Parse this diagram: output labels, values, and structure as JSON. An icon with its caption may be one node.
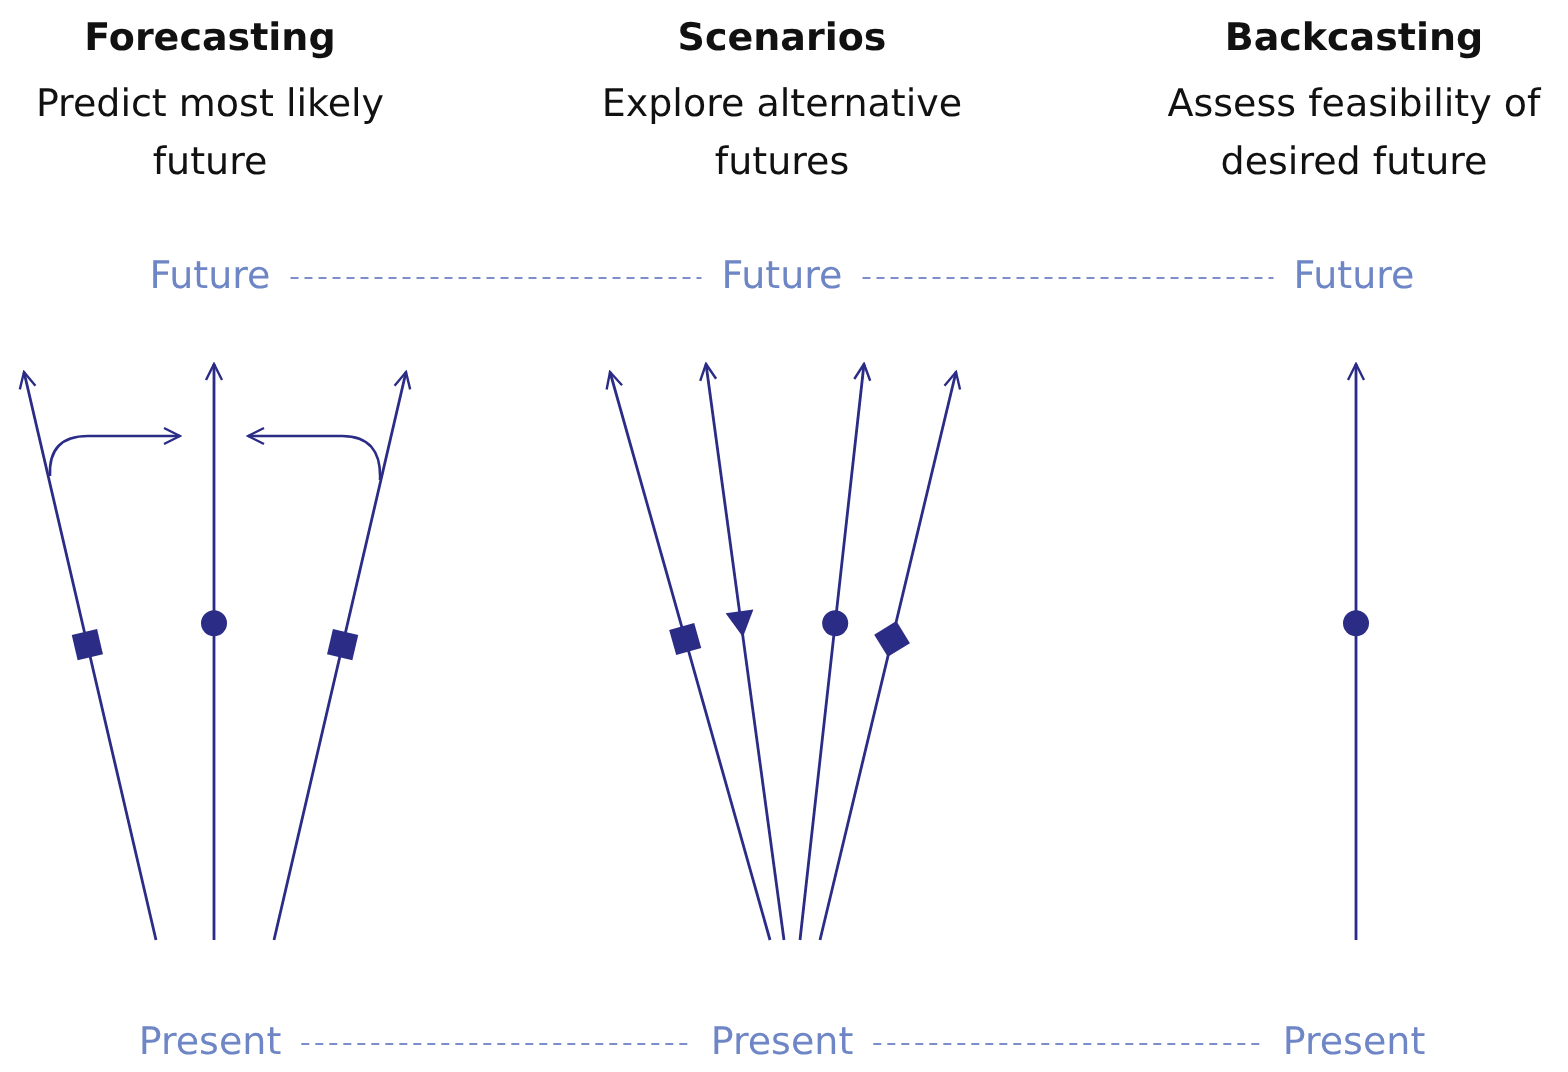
{
  "diagram": {
    "nodes": [
      {
        "text": [
          "Future"
        ]
      },
      {
        "text": [
          "Future"
        ]
      },
      {
        "text": [
          "Future"
        ]
      },
      {
        "text": [
          "Present"
        ]
      },
      {
        "text": [
          "Present"
        ]
      },
      {
        "text": [
          "Present"
        ]
      }
    ],
    "edges": [
      {
        "from": 0,
        "to": 1,
        "arrow": "none",
        "style": "dashed"
      },
      {
        "from": 1,
        "to": 2,
        "arrow": "none",
        "style": "dashed"
      },
      {
        "from": 3,
        "to": 4,
        "arrow": "none",
        "style": "dashed"
      },
      {
        "from": 4,
        "to": 5,
        "arrow": "none",
        "style": "dashed"
      }
    ],
    "labels": [
      "Forecasting",
      "Predict most likely future",
      "Scenarios",
      "Explore alternative futures",
      "Backcasting",
      "Assess feasibility of desired future"
    ]
  }
}
